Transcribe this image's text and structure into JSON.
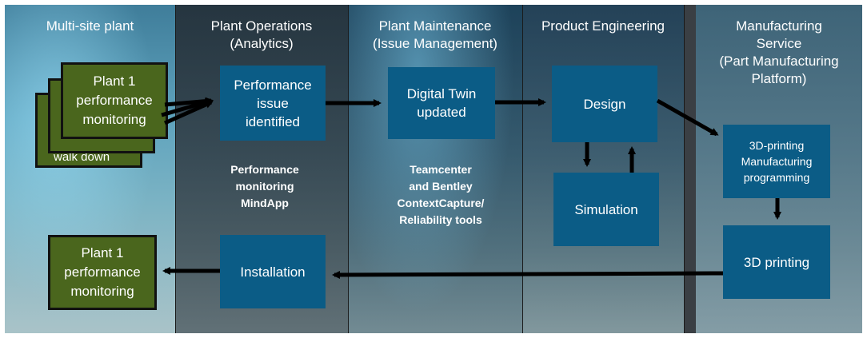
{
  "headers": {
    "multi_site": "Multi-site plant",
    "plant_ops": "Plant Operations\n(Analytics)",
    "plant_maint": "Plant Maintenance\n(Issue Management)",
    "product_eng": "Product Engineering",
    "mfg_service": "Manufacturing\nService\n(Part Manufacturing\nPlatform)"
  },
  "boxes": {
    "plant1_top": "Plant 1\nperformance\nmonitoring",
    "stack_back_text": "walk down",
    "performance_issue": "Performance\nissue\nidentified",
    "digital_twin": "Digital Twin\nupdated",
    "design": "Design",
    "simulation": "Simulation",
    "printing_prog": "3D-printing\nManufacturing\nprogramming",
    "printing": "3D printing",
    "installation": "Installation",
    "plant1_bottom": "Plant 1\nperformance\nmonitoring"
  },
  "notes": {
    "mindapp": "Performance\nmonitoring\nMindApp",
    "teamcenter": "Teamcenter\nand Bentley\nContextCapture/\nReliability tools"
  },
  "colors": {
    "blue_box": "#0b5c86",
    "green_box": "#4a661d",
    "arrow": "#000000"
  }
}
